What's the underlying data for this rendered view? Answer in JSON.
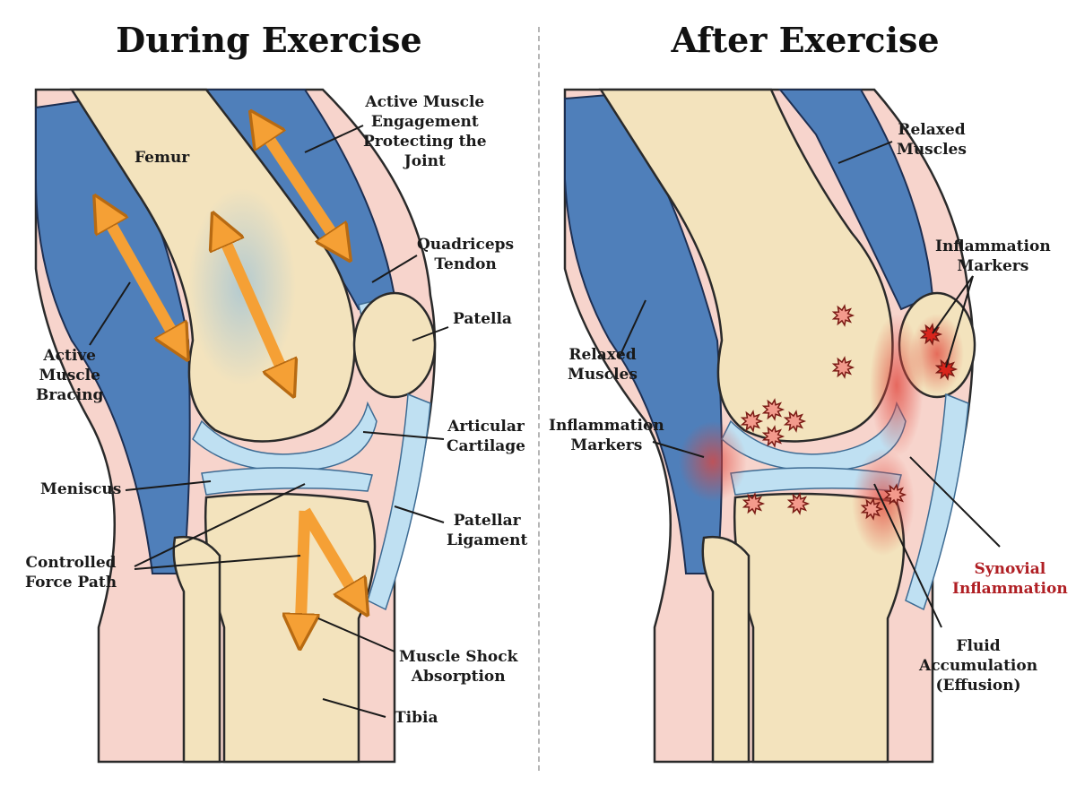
{
  "titles": {
    "left": "During Exercise",
    "right": "After Exercise"
  },
  "labels_left": {
    "femur": "Femur",
    "active_muscle_engagement": "Active Muscle\nEngagement\nProtecting the\nJoint",
    "quadriceps_tendon": "Quadriceps\nTendon",
    "patella": "Patella",
    "active_muscle_bracing": "Active\nMuscle\nBracing",
    "articular_cartilage": "Articular\nCartilage",
    "meniscus": "Meniscus",
    "patellar_ligament": "Patellar\nLigament",
    "controlled_force_path": "Controlled\nForce Path",
    "muscle_shock_absorption": "Muscle Shock\nAbsorption",
    "tibia": "Tibia"
  },
  "labels_right": {
    "relaxed_muscles_top": "Relaxed\nMuscles",
    "inflammation_markers_right": "Inflammation\nMarkers",
    "relaxed_muscles_left": "Relaxed\nMuscles",
    "inflammation_markers_left": "Inflammation\nMarkers",
    "synovial_inflammation": "Synovial\nInflammation",
    "fluid_accumulation": "Fluid\nAccumulation\n(Effusion)"
  },
  "colors": {
    "bone": "#f3e3bd",
    "skin": "#f7d4cc",
    "muscle": "#4f7fba",
    "cartilage": "#bfe0f2",
    "arrow": "#f5a035",
    "inflammation": "#e0443a",
    "synovial_text": "#b01f24"
  }
}
